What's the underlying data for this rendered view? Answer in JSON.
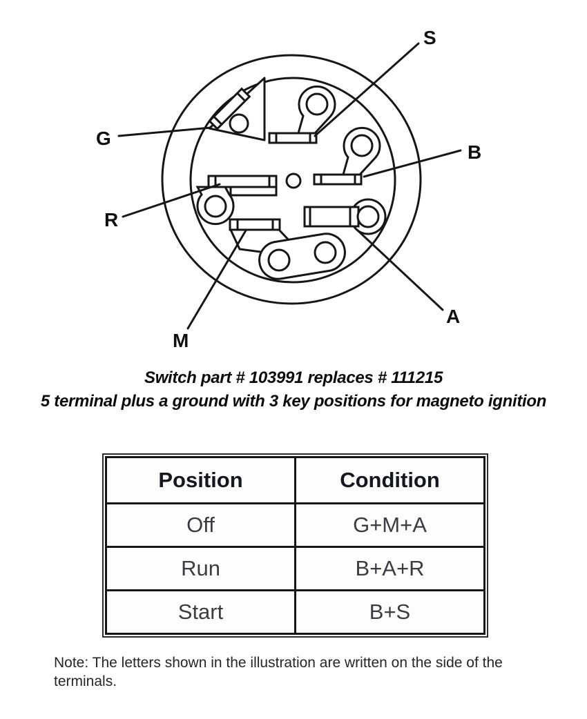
{
  "diagram": {
    "labels": {
      "s": "S",
      "g": "G",
      "b": "B",
      "r": "R",
      "m": "M",
      "a": "A"
    },
    "ink_color": "#161616"
  },
  "caption": {
    "line1": "Switch part # 103991 replaces # 111215",
    "line2": "5 terminal plus a ground with 3 key positions for magneto ignition"
  },
  "table": {
    "headers": [
      "Position",
      "Condition"
    ],
    "rows": [
      {
        "position": "Off",
        "condition": "G+M+A"
      },
      {
        "position": "Run",
        "condition": "B+A+R"
      },
      {
        "position": "Start",
        "condition": "B+S"
      }
    ]
  },
  "note": {
    "text": "Note: The letters shown in the illustration are written on the side of the terminals."
  }
}
